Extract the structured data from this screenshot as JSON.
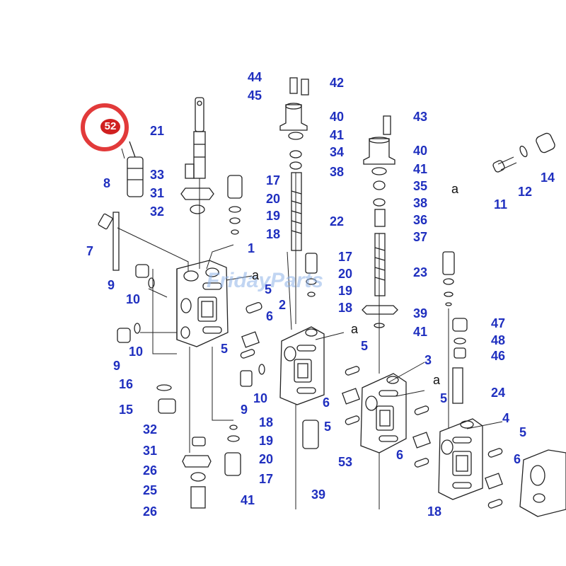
{
  "diagram": {
    "highlighted_part": "52",
    "watermark": "FridayParts",
    "flow_symbol": "a",
    "labels": [
      "44",
      "42",
      "45",
      "40",
      "43",
      "41",
      "21",
      "34",
      "40",
      "8",
      "33",
      "17",
      "38",
      "41",
      "35",
      "31",
      "20",
      "22",
      "38",
      "32",
      "19",
      "36",
      "7",
      "18",
      "1",
      "37",
      "17",
      "23",
      "9",
      "20",
      "10",
      "19",
      "39",
      "10",
      "18",
      "2",
      "41",
      "9",
      "5",
      "6",
      "5",
      "47",
      "48",
      "46",
      "16",
      "15",
      "10",
      "3",
      "24",
      "9",
      "6",
      "5",
      "5",
      "32",
      "18",
      "53",
      "4",
      "31",
      "19",
      "6",
      "5",
      "26",
      "20",
      "25",
      "17",
      "41",
      "39",
      "26",
      "18",
      "12",
      "14",
      "11",
      "5",
      "6"
    ],
    "accent_color": "#1f2fbf",
    "highlight_color": "#e23a3a"
  }
}
